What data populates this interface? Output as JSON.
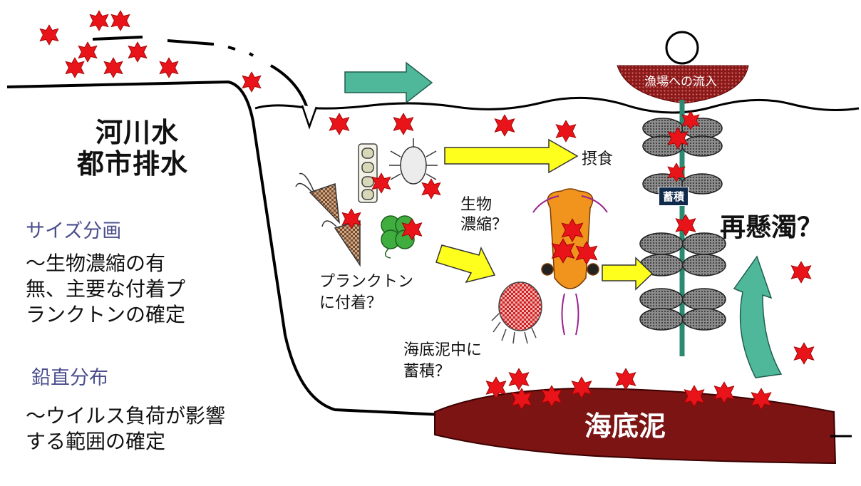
{
  "source_title": {
    "line1": "河川水",
    "line2": "都市排水"
  },
  "size_fraction": {
    "heading": "サイズ分画",
    "body": "～生物濃縮の有無、主要な付着プランクトンの確定"
  },
  "vertical_dist": {
    "heading": "鉛直分布",
    "body": "～ウイルス負荷が影響する範囲の確定"
  },
  "labels": {
    "feeding": "摂食",
    "bio_concentration": {
      "line1": "生物",
      "line2": "濃縮？"
    },
    "plankton_attach": {
      "line1": "プランクトン",
      "line2": "に付着？"
    },
    "sediment_accum": {
      "line1": "海底泥中に",
      "line2": "蓄積？"
    },
    "resuspension": "再懸濁？",
    "accumulation": "蓄積",
    "fishery_inflow": "漁場への流入",
    "sea_mud": "海底泥"
  },
  "colors": {
    "virus": "#e8141a",
    "mud": "#7d1414",
    "teal_arrow": "#4fb89a",
    "yellow_arrow": "#ffff1e",
    "rope": "#2a8a72",
    "label_bg": "#102a4c"
  },
  "icons": {
    "virus": "virus-particle-icon",
    "oyster": "oyster-icon",
    "copepod": "copepod-icon",
    "diatom": "diatom-chain-icon",
    "buoy": "buoy-icon"
  }
}
